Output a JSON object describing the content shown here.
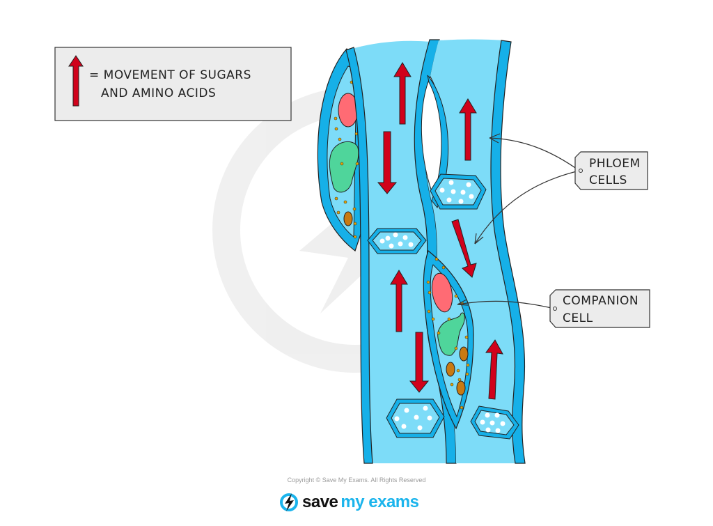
{
  "legend": {
    "symbol": "red-up-arrow",
    "line1": "= MOVEMENT  OF  SUGARS",
    "line2": "AND  AMINO  ACIDS"
  },
  "labels": {
    "phloem": {
      "line1": "PHLOEM",
      "line2": "CELLS"
    },
    "companion": {
      "line1": "COMPANION",
      "line2": "CELL"
    }
  },
  "footer": {
    "copyright": "Copyright © Save My Exams. All Rights Reserved",
    "brand_save": "save",
    "brand_myexams": "my exams"
  },
  "colors": {
    "tube_fill": "#7ddcf8",
    "wall": "#16b0e8",
    "arrow": "#d0021b",
    "nucleus": "#ff6b74",
    "cytoplasm_blob": "#4fd59b",
    "mitochondrion": "#c97a12",
    "label_fill": "#ececec"
  }
}
